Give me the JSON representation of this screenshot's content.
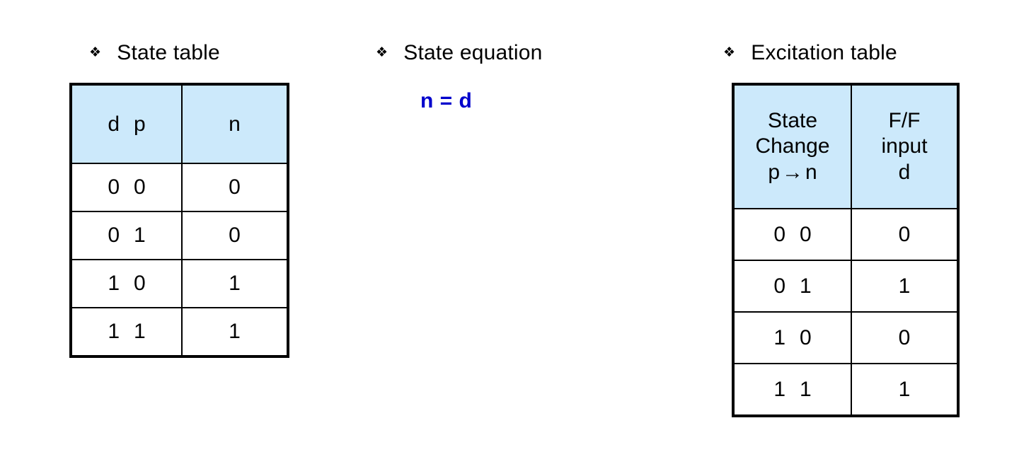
{
  "slide": {
    "background": "#ffffff",
    "accent_blue": "#0000cc",
    "header_fill": "#cce9fb",
    "border_color": "#000000"
  },
  "sections": {
    "state_table": {
      "bullet": "❖",
      "title": "State table"
    },
    "state_equation": {
      "bullet": "❖",
      "title": "State equation",
      "equation": "n = d"
    },
    "excitation_table": {
      "bullet": "❖",
      "title": "Excitation table"
    }
  },
  "state_table": {
    "headers": {
      "inputs_left": "d",
      "inputs_right": "p",
      "output": "n"
    },
    "rows": [
      {
        "d": "0",
        "p": "0",
        "n": "0"
      },
      {
        "d": "0",
        "p": "1",
        "n": "0"
      },
      {
        "d": "1",
        "p": "0",
        "n": "1"
      },
      {
        "d": "1",
        "p": "1",
        "n": "1"
      }
    ]
  },
  "excitation_table": {
    "headers": {
      "left_line1": "State",
      "left_line2": "Change",
      "left_line3_from": "p",
      "left_line3_arrow": "→",
      "left_line3_to": "n",
      "right_line1": "F/F",
      "right_line2": "input",
      "right_line3": "d"
    },
    "rows": [
      {
        "p": "0",
        "n": "0",
        "d": "0"
      },
      {
        "p": "0",
        "n": "1",
        "d": "1"
      },
      {
        "p": "1",
        "n": "0",
        "d": "0"
      },
      {
        "p": "1",
        "n": "1",
        "d": "1"
      }
    ]
  }
}
